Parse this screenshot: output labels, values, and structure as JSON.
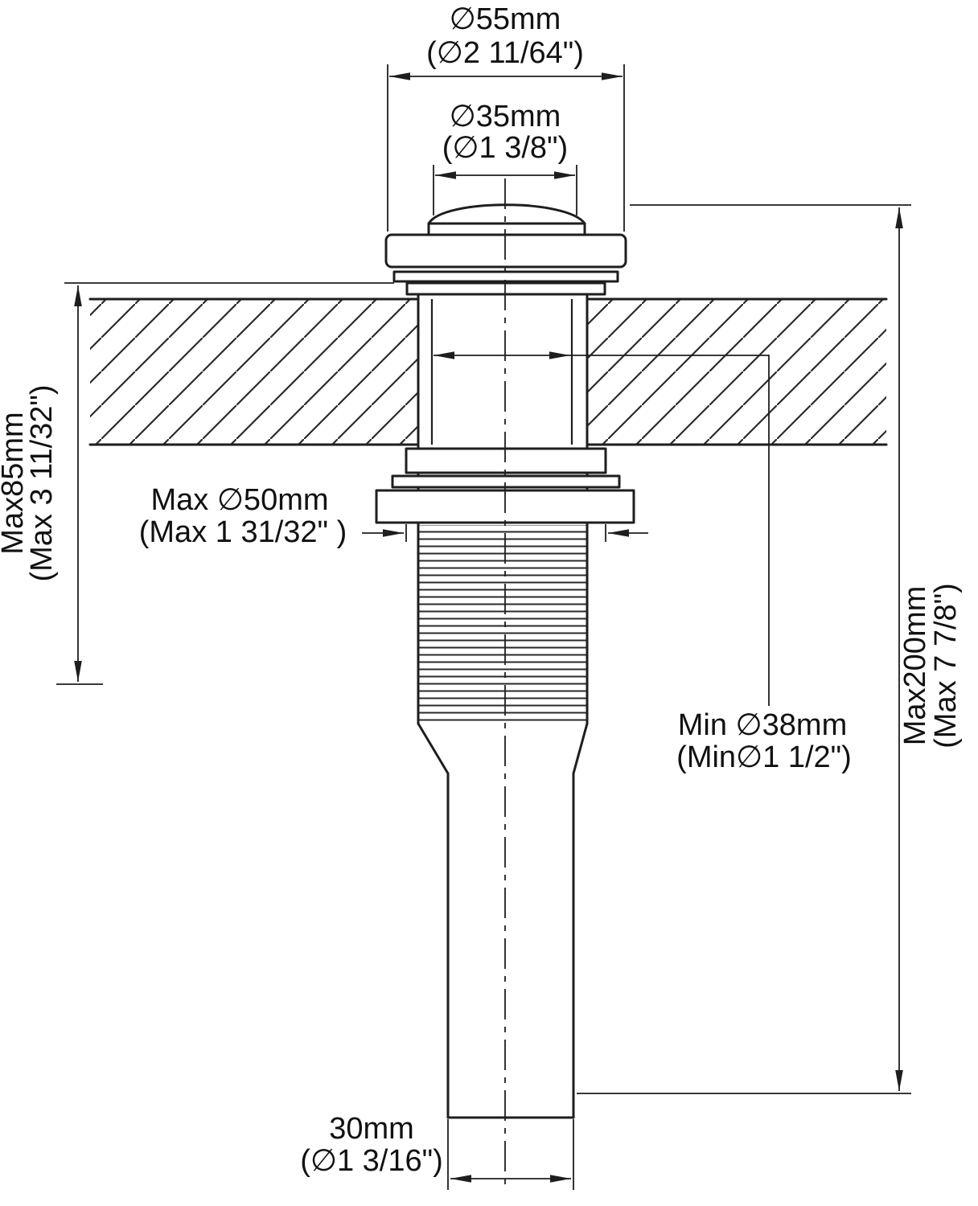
{
  "figure": {
    "kind": "technical-dimension-drawing",
    "subject": "pop-up-sink-drain"
  },
  "dimensions": {
    "cap_outer": {
      "metric": "∅55mm",
      "imperial": "(∅2 11/64\")"
    },
    "cap_inner": {
      "metric": "∅35mm",
      "imperial": "(∅1 3/8\")"
    },
    "deck_thickness": {
      "metric": "Max85mm",
      "imperial": "(Max 3 11/32\")"
    },
    "flange_max": {
      "metric": "Max ∅50mm",
      "imperial": "(Max 1 31/32\" )"
    },
    "hole_min": {
      "metric": "Min ∅38mm",
      "imperial": "(Min∅1 1/2\")"
    },
    "overall_height": {
      "metric": "Max200mm",
      "imperial": "(Max 7 7/8\")"
    },
    "tailpipe_diameter": {
      "metric": "30mm",
      "imperial": "(∅1 3/16\")"
    }
  },
  "colors": {
    "line": "#1e1e1e",
    "background": "#ffffff"
  }
}
